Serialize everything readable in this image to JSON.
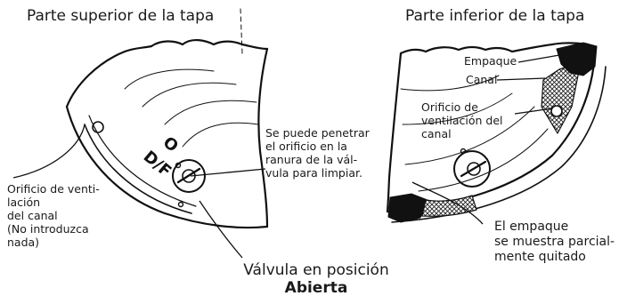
{
  "titles": {
    "left": "Parte superior de la tapa",
    "right": "Parte inferior de la tapa"
  },
  "dial": {
    "o": "O",
    "df": "D/F"
  },
  "left_callouts": {
    "penetrate": [
      "Se puede penetrar",
      "el orificio en la",
      "ranura de la vál-",
      "vula para limpiar."
    ],
    "vent": [
      "Orificio de venti-",
      "lación",
      "del canal",
      "(No introduzca",
      "nada)"
    ]
  },
  "right_callouts": {
    "gasket": "Empaque",
    "channel": "Canal",
    "vent": [
      "Orificio de",
      "ventilación del",
      "canal"
    ],
    "partial": [
      "El empaque",
      "se muestra parcial-",
      "mente quitado"
    ]
  },
  "caption": {
    "line1": "Válvula en posición",
    "line2": "Abierta"
  }
}
